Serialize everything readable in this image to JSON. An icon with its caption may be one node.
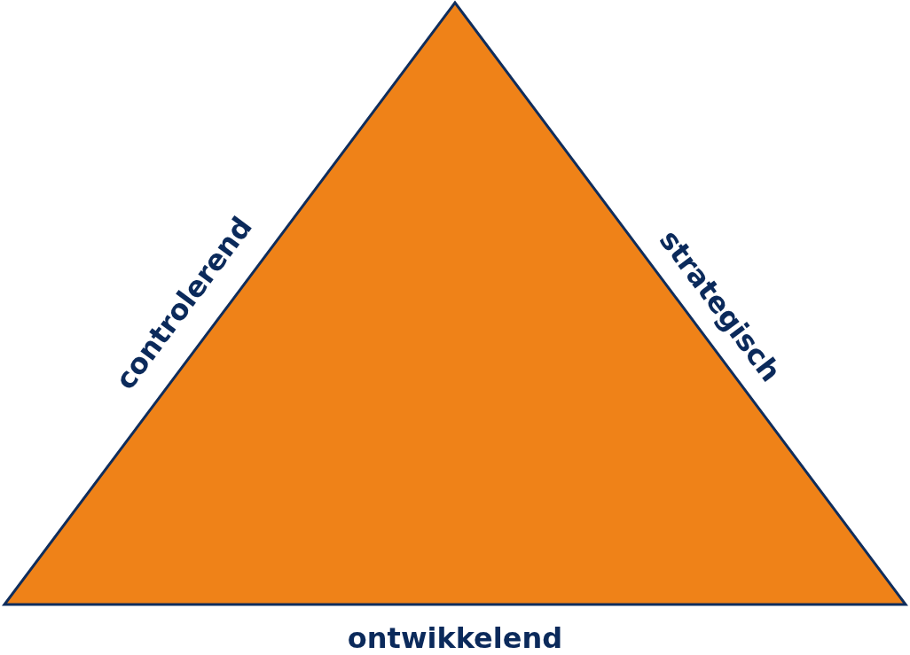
{
  "diagram": {
    "labels": [
      "controlerend",
      "strategisch",
      "ontwikkelend"
    ]
  }
}
